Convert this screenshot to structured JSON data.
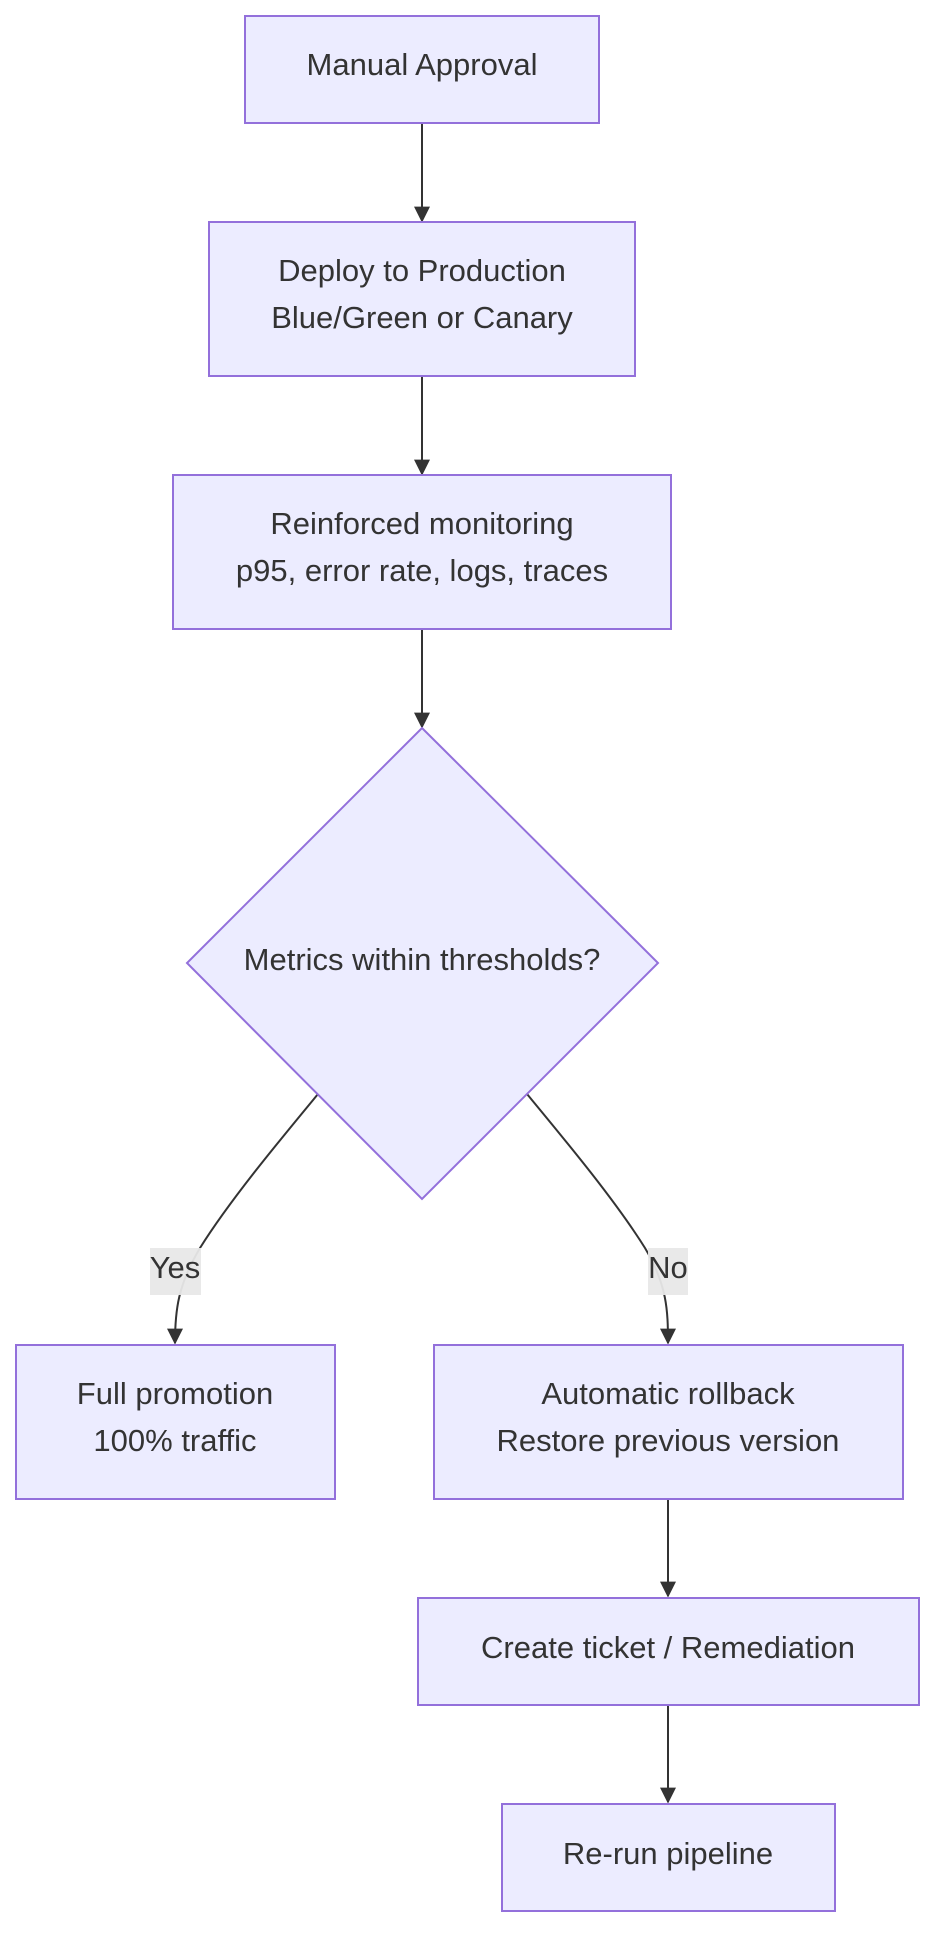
{
  "diagram": {
    "nodes": {
      "manual_approval": {
        "lines": [
          "Manual Approval"
        ]
      },
      "deploy_production": {
        "lines": [
          "Deploy to Production",
          "Blue/Green or Canary"
        ]
      },
      "reinforced_monitoring": {
        "lines": [
          "Reinforced monitoring",
          "p95, error rate, logs, traces"
        ]
      },
      "metrics_decision": {
        "lines": [
          "Metrics within thresholds?"
        ]
      },
      "full_promotion": {
        "lines": [
          "Full promotion",
          "100% traffic"
        ]
      },
      "automatic_rollback": {
        "lines": [
          "Automatic rollback",
          "Restore previous version"
        ]
      },
      "create_ticket": {
        "lines": [
          "Create ticket / Remediation"
        ]
      },
      "rerun_pipeline": {
        "lines": [
          "Re-run pipeline"
        ]
      }
    },
    "edges": {
      "yes_label": "Yes",
      "no_label": "No"
    },
    "colors": {
      "node_fill": "#ECECFF",
      "node_stroke": "#9370DB",
      "edge": "#333333",
      "text": "#333333",
      "label_bg": "#e8e8e8"
    }
  }
}
